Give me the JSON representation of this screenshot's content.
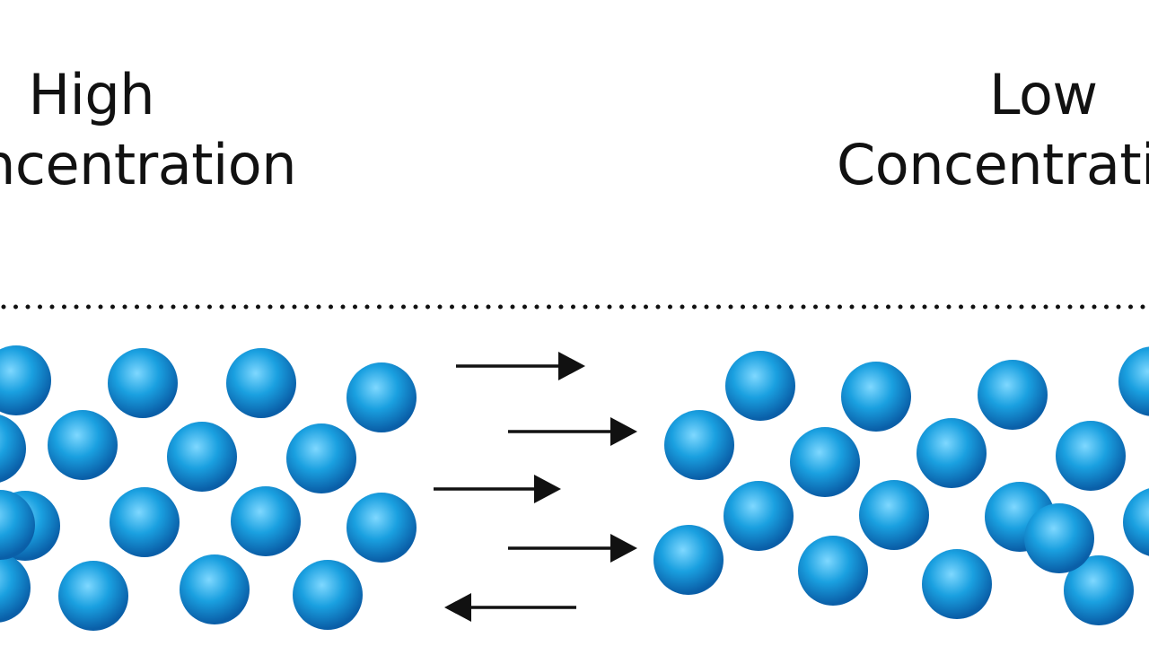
{
  "labels": {
    "high": {
      "line1": "High",
      "line2": "Concentration"
    },
    "low": {
      "line1": "Low",
      "line2": "Concentration"
    }
  },
  "colors": {
    "particle_highlight": "#7fd8ff",
    "particle_mid": "#1aa0e0",
    "particle_edge": "#0a5fa8",
    "arrow": "#111111",
    "membrane_dots": "#111111",
    "text": "#111111"
  },
  "arrows": [
    {
      "direction": "right"
    },
    {
      "direction": "right"
    },
    {
      "direction": "right"
    },
    {
      "direction": "right"
    },
    {
      "direction": "left"
    }
  ],
  "particles": {
    "high_side_count": 17,
    "low_side_count": 18
  }
}
